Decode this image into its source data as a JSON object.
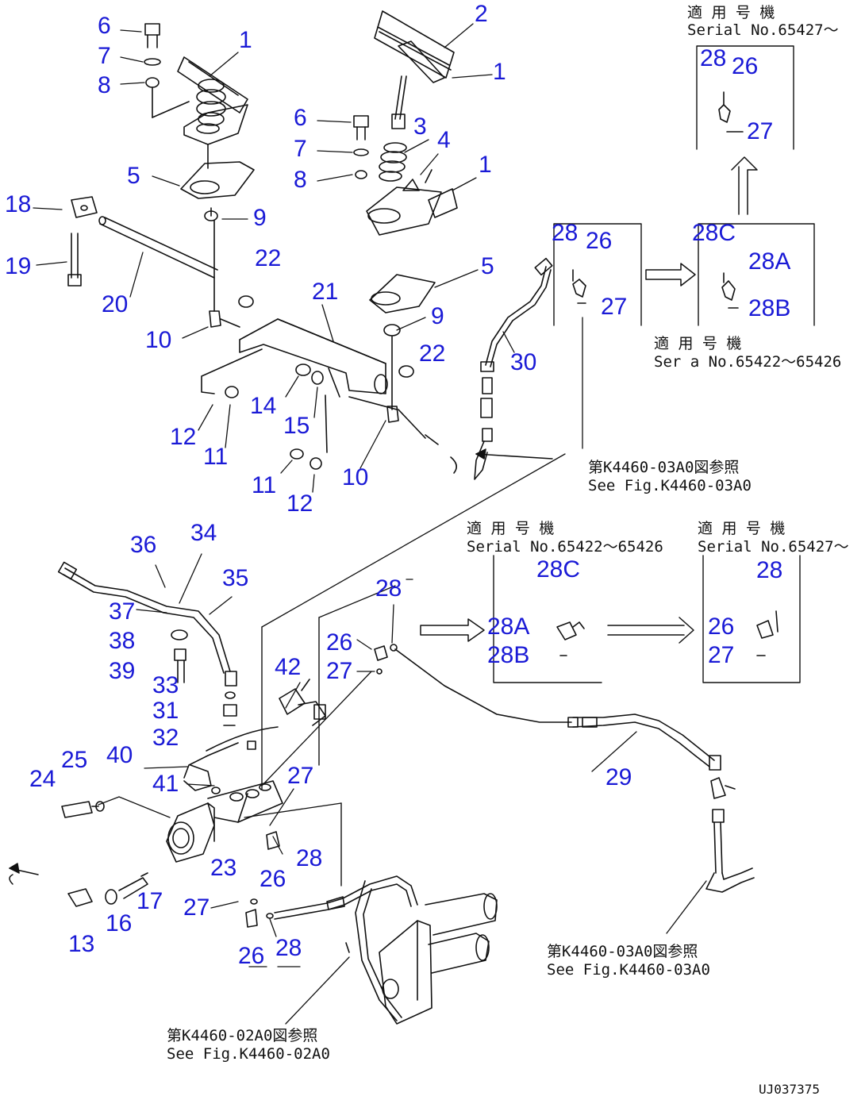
{
  "callouts": [
    {
      "id": "c6a",
      "text": "6"
    },
    {
      "id": "c7a",
      "text": "7"
    },
    {
      "id": "c8a",
      "text": "8"
    },
    {
      "id": "c1a",
      "text": "1"
    },
    {
      "id": "c2",
      "text": "2"
    },
    {
      "id": "c1b",
      "text": "1"
    },
    {
      "id": "c6b",
      "text": "6"
    },
    {
      "id": "c3",
      "text": "3"
    },
    {
      "id": "c7b",
      "text": "7"
    },
    {
      "id": "c4",
      "text": "4"
    },
    {
      "id": "c1c",
      "text": "1"
    },
    {
      "id": "c8b",
      "text": "8"
    },
    {
      "id": "c5a",
      "text": "5"
    },
    {
      "id": "c18",
      "text": "18"
    },
    {
      "id": "c9a",
      "text": "9"
    },
    {
      "id": "c19",
      "text": "19"
    },
    {
      "id": "c22a",
      "text": "22"
    },
    {
      "id": "c5b",
      "text": "5"
    },
    {
      "id": "c21",
      "text": "21"
    },
    {
      "id": "c20",
      "text": "20"
    },
    {
      "id": "c9b",
      "text": "9"
    },
    {
      "id": "c10a",
      "text": "10"
    },
    {
      "id": "c22b",
      "text": "22"
    },
    {
      "id": "c14",
      "text": "14"
    },
    {
      "id": "c15",
      "text": "15"
    },
    {
      "id": "c12a",
      "text": "12"
    },
    {
      "id": "c11a",
      "text": "11"
    },
    {
      "id": "c11b",
      "text": "11"
    },
    {
      "id": "c10b",
      "text": "10"
    },
    {
      "id": "c12b",
      "text": "12"
    },
    {
      "id": "c30",
      "text": "30"
    },
    {
      "id": "c28t1",
      "text": "28"
    },
    {
      "id": "c26t1",
      "text": "26"
    },
    {
      "id": "c27t1",
      "text": "27"
    },
    {
      "id": "c28t2",
      "text": "28"
    },
    {
      "id": "c26t2",
      "text": "26"
    },
    {
      "id": "c27t2",
      "text": "27"
    },
    {
      "id": "c28Ct",
      "text": "28C"
    },
    {
      "id": "c28At",
      "text": "28A"
    },
    {
      "id": "c28Bt",
      "text": "28B"
    },
    {
      "id": "c36",
      "text": "36"
    },
    {
      "id": "c34",
      "text": "34"
    },
    {
      "id": "c35",
      "text": "35"
    },
    {
      "id": "c37",
      "text": "37"
    },
    {
      "id": "c38",
      "text": "38"
    },
    {
      "id": "c39",
      "text": "39"
    },
    {
      "id": "c33",
      "text": "33"
    },
    {
      "id": "c31",
      "text": "31"
    },
    {
      "id": "c32",
      "text": "32"
    },
    {
      "id": "c42",
      "text": "42"
    },
    {
      "id": "c28m",
      "text": "28"
    },
    {
      "id": "c26m",
      "text": "26"
    },
    {
      "id": "c27m",
      "text": "27"
    },
    {
      "id": "c28Cm",
      "text": "28C"
    },
    {
      "id": "c28Am",
      "text": "28A"
    },
    {
      "id": "c28Bm",
      "text": "28B"
    },
    {
      "id": "c28r",
      "text": "28"
    },
    {
      "id": "c26r",
      "text": "26"
    },
    {
      "id": "c27r",
      "text": "27"
    },
    {
      "id": "c40",
      "text": "40"
    },
    {
      "id": "c41",
      "text": "41"
    },
    {
      "id": "c27b",
      "text": "27"
    },
    {
      "id": "c24",
      "text": "24"
    },
    {
      "id": "c25",
      "text": "25"
    },
    {
      "id": "c23",
      "text": "23"
    },
    {
      "id": "c28b",
      "text": "28"
    },
    {
      "id": "c26b",
      "text": "26"
    },
    {
      "id": "c29",
      "text": "29"
    },
    {
      "id": "c17",
      "text": "17"
    },
    {
      "id": "c16",
      "text": "16"
    },
    {
      "id": "c13",
      "text": "13"
    },
    {
      "id": "c27c",
      "text": "27"
    },
    {
      "id": "c28c",
      "text": "28"
    },
    {
      "id": "c26c",
      "text": "26"
    }
  ],
  "notes": {
    "serial_top_jp": "適 用 号 機",
    "serial_top": "Serial No.65427～",
    "serial_mid_jp": "適 用 号 機",
    "serial_mid": "Ser a  No.65422～65426",
    "see_fig_top_jp": "第K4460-03A0図参照",
    "see_fig_top": "See Fig.K4460-03A0",
    "serial_left_jp": "適 用 号 機",
    "serial_left": "Serial No.65422～65426",
    "serial_right_jp": "適 用 号 機",
    "serial_right": "Serial No.65427～",
    "see_fig_right_jp": "第K4460-03A0図参照",
    "see_fig_right": "See Fig.K4460-03A0",
    "see_fig_bottom_jp": "第K4460-02A0図参照",
    "see_fig_bottom": "See Fig.K4460-02A0",
    "drawing_code": "UJ037375"
  }
}
